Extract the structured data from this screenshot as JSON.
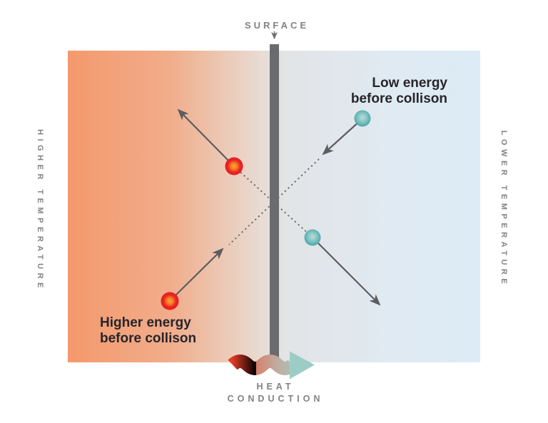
{
  "title": "Heat conduction at a surface diagram",
  "labels": {
    "surface": "SURFACE",
    "heat_conduction_line1": "HEAT",
    "heat_conduction_line2": "CONDUCTION",
    "higher_temperature": "HIGHER TEMPERATURE",
    "lower_temperature": "LOWER TEMPERATURE",
    "low_energy_line1": "Low energy",
    "low_energy_line2": "before collison",
    "higher_energy_line1": "Higher energy",
    "higher_energy_line2": "before collison"
  },
  "colors": {
    "hot_side": "#f4996c",
    "cold_side": "#dcebf6",
    "surface_bar": "#6a6b6e",
    "caption_gray": "#808285",
    "dark_text": "#26262a",
    "hot_particle_outer": "#ed1c24",
    "hot_particle_core": "#f9a63c",
    "cold_particle_outer": "#58b0b2",
    "cold_particle_core": "#b8dcd8",
    "arrow_gray": "#5c5d60",
    "dotted_path_gray": "#6d6e71",
    "heat_arrow_start": "#e73c26",
    "heat_arrow_end": "#9ccdc5"
  }
}
